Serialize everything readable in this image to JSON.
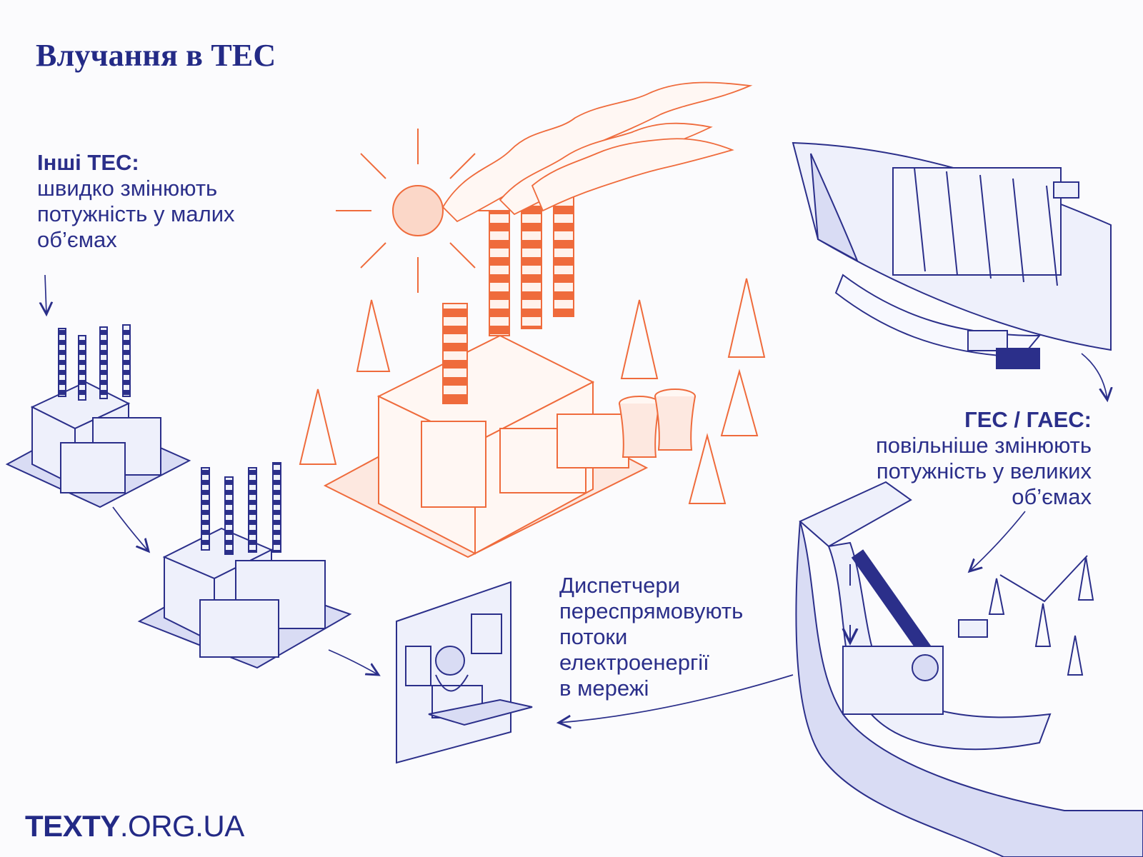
{
  "title": "Влучання в ТЕС",
  "left_note": {
    "heading": "Інші ТЕС:",
    "lines": [
      "швидко змінюють",
      "потужність у малих",
      "об’ємах"
    ]
  },
  "right_note": {
    "heading": "ГЕС / ГАЕС:",
    "lines": [
      "повільніше змінюють",
      "потужність у великих",
      "об’ємах"
    ]
  },
  "center_note": {
    "lines": [
      "Диспетчери",
      "переспрямовують",
      "потоки",
      "електроенергії",
      "в мережі"
    ]
  },
  "brand": {
    "bold": "TEXTY",
    "light": ".ORG.UA"
  },
  "colors": {
    "ink": "#2b2f8a",
    "blue": "#4348b6",
    "orange": "#ef6b3c",
    "pale_blue": "#d9dcf4",
    "pale_orange": "#f9d6c9"
  },
  "icons": {
    "main_plant": "power-plant-icon",
    "small_plants": "small-power-plant-icon",
    "dispatcher": "dispatcher-console-icon",
    "dam": "hydro-dam-icon",
    "underground": "pumped-storage-icon"
  }
}
